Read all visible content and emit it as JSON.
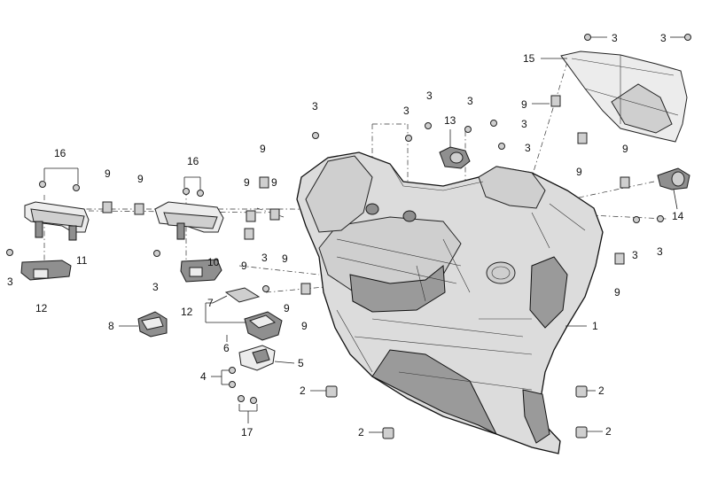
{
  "callouts": [
    {
      "text": "15"
    },
    {
      "text": "3"
    },
    {
      "text": "3"
    },
    {
      "text": "9"
    },
    {
      "text": "9"
    },
    {
      "text": "3"
    },
    {
      "text": "13"
    },
    {
      "text": "3"
    },
    {
      "text": "3"
    },
    {
      "text": "3"
    },
    {
      "text": "3"
    },
    {
      "text": "9"
    },
    {
      "text": "9"
    },
    {
      "text": "9"
    },
    {
      "text": "14"
    },
    {
      "text": "3"
    },
    {
      "text": "3"
    },
    {
      "text": "3"
    },
    {
      "text": "9"
    },
    {
      "text": "16"
    },
    {
      "text": "16"
    },
    {
      "text": "9"
    },
    {
      "text": "9"
    },
    {
      "text": "9"
    },
    {
      "text": "9"
    },
    {
      "text": "3"
    },
    {
      "text": "11"
    },
    {
      "text": "12"
    },
    {
      "text": "3"
    },
    {
      "text": "10"
    },
    {
      "text": "9"
    },
    {
      "text": "3"
    },
    {
      "text": "12"
    },
    {
      "text": "7"
    },
    {
      "text": "9"
    },
    {
      "text": "9"
    },
    {
      "text": "8"
    },
    {
      "text": "6"
    },
    {
      "text": "1"
    },
    {
      "text": "4"
    },
    {
      "text": "5"
    },
    {
      "text": "2"
    },
    {
      "text": "2"
    },
    {
      "text": "17"
    },
    {
      "text": "2"
    },
    {
      "text": "2"
    }
  ]
}
